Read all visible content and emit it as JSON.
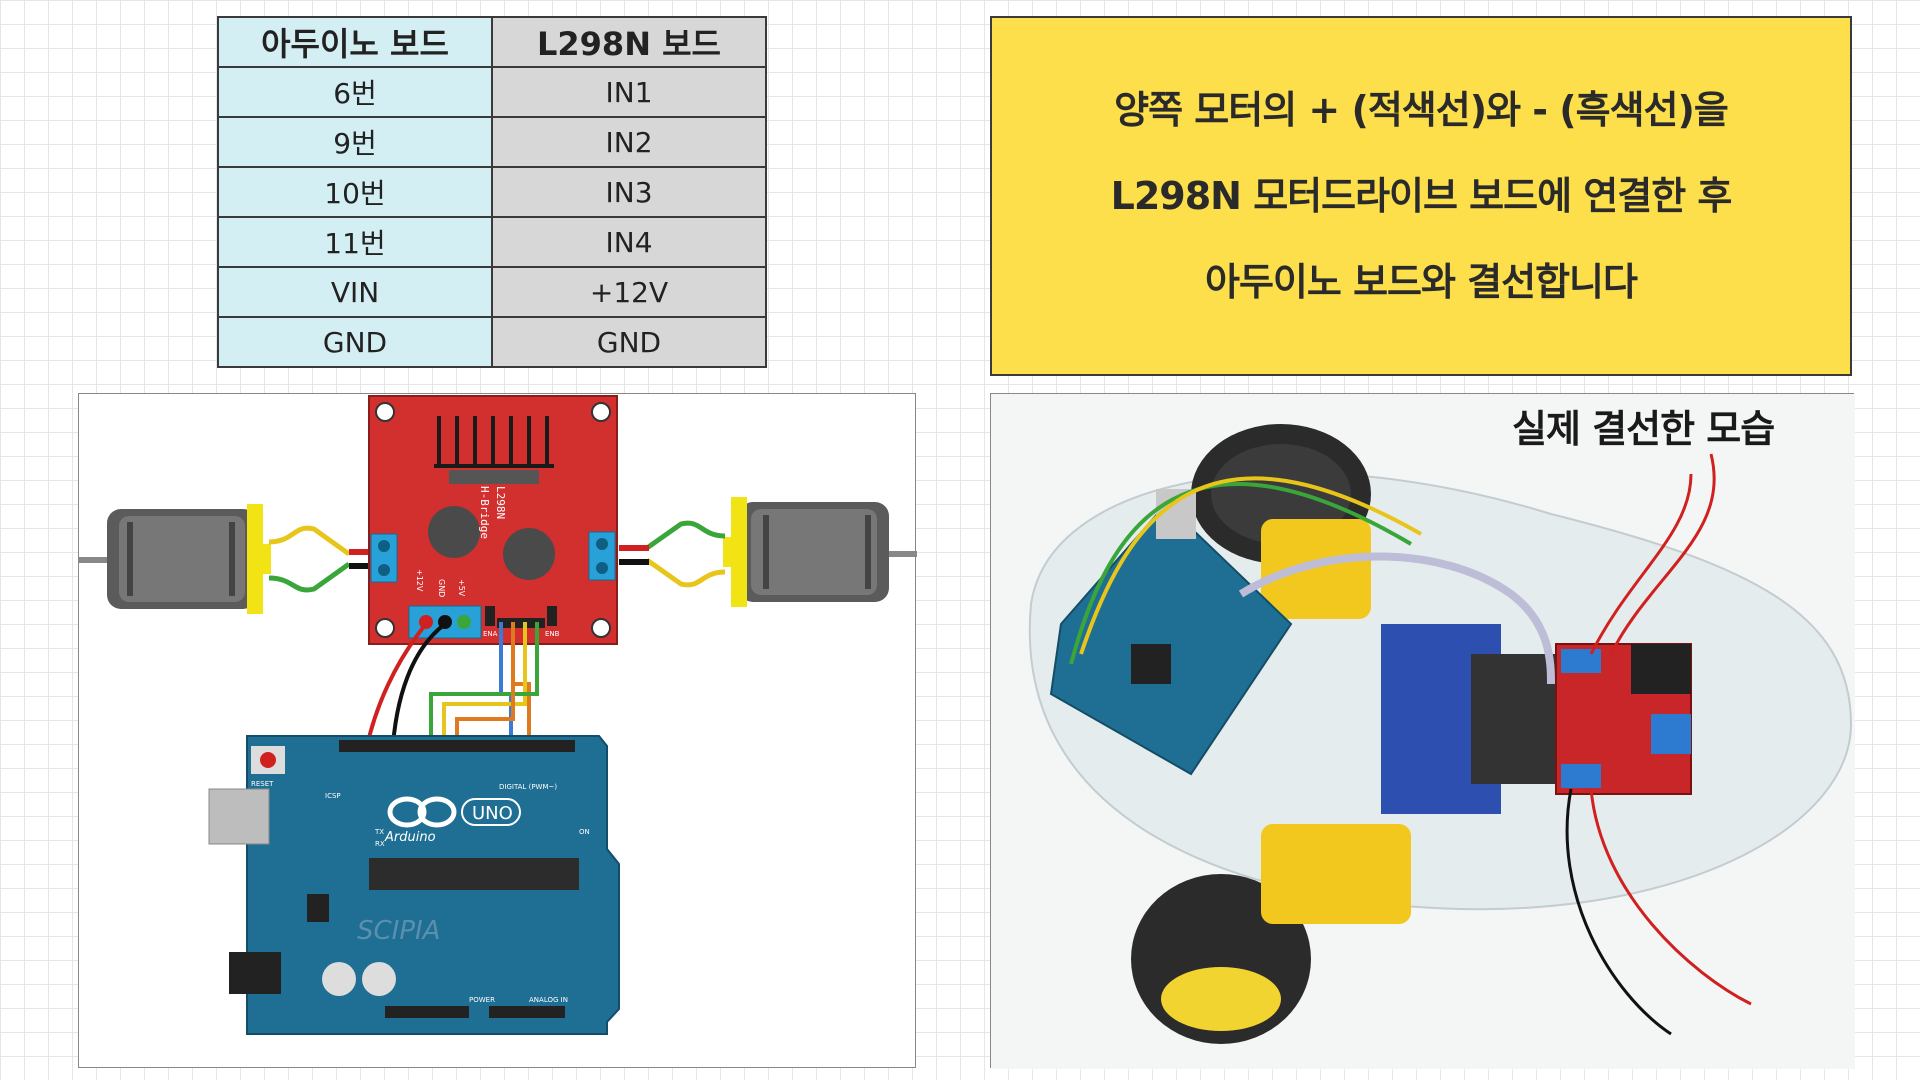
{
  "table": {
    "headers": [
      "아두이노 보드",
      "L298N 보드"
    ],
    "rows": [
      [
        "6번",
        "IN1"
      ],
      [
        "9번",
        "IN2"
      ],
      [
        "10번",
        "IN3"
      ],
      [
        "11번",
        "IN4"
      ],
      [
        "VIN",
        "+12V"
      ],
      [
        "GND",
        "GND"
      ]
    ]
  },
  "callout": {
    "line1": "양쪽 모터의 + (적색선)와  - (흑색선)을",
    "line2": "L298N 모터드라이브 보드에 연결한 후",
    "line3": "아두이노 보드와 결선합니다"
  },
  "diagram": {
    "driver_name": "L298N",
    "driver_sub": "H-Bridge",
    "pin_12v": "+12V",
    "pin_gnd": "GND",
    "pin_5v": "+5V",
    "pin_ena": "ENA",
    "pin_enb": "ENB",
    "arduino_uno": "UNO",
    "arduino_brand": "Arduino",
    "arduino_reset": "RESET",
    "arduino_digital": "DIGITAL (PWM~)",
    "arduino_power": "POWER",
    "arduino_analog": "ANALOG IN",
    "arduino_icsp": "ICSP",
    "arduino_tx": "TX",
    "arduino_rx": "RX",
    "arduino_on": "ON",
    "watermark": "SCIPIA"
  },
  "photo": {
    "title": "실제 결선한 모습"
  },
  "colors": {
    "callout_bg": "#fcdf4a",
    "driver_red": "#d22f2f",
    "arduino_blue": "#1f6e93",
    "wire_red": "#d12020",
    "wire_black": "#111111",
    "wire_blue": "#3a7bd5",
    "wire_orange": "#e07a1f",
    "wire_yellow": "#e8c51a",
    "wire_green": "#3aa63a"
  }
}
